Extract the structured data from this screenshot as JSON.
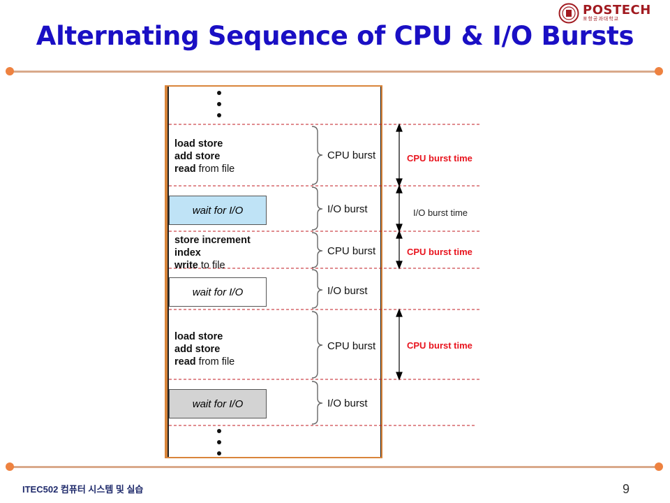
{
  "slide": {
    "title": "Alternating Sequence of CPU & I/O Bursts",
    "footer": "ITEC502 컴퓨터 시스템 및 실습",
    "page_number": "9",
    "logo": {
      "name": "POSTECH",
      "subtitle": "포항공과대학교"
    }
  },
  "diagram": {
    "segments": [
      {
        "kind": "cpu",
        "lines": [
          {
            "bold": "load store",
            "rest": ""
          },
          {
            "bold": "add store",
            "rest": ""
          },
          {
            "bold": "read",
            "rest": " from file"
          }
        ],
        "burst_label": "CPU burst"
      },
      {
        "kind": "io",
        "wait_text": "wait for I/O",
        "box_color": "#bfe3f6",
        "burst_label": "I/O burst"
      },
      {
        "kind": "cpu",
        "lines": [
          {
            "bold": "store increment",
            "rest": ""
          },
          {
            "bold": "index",
            "rest": ""
          },
          {
            "bold": "write",
            "rest": " to file"
          }
        ],
        "burst_label": "CPU burst"
      },
      {
        "kind": "io",
        "wait_text": "wait for I/O",
        "box_color": "#ffffff",
        "burst_label": "I/O burst"
      },
      {
        "kind": "cpu",
        "lines": [
          {
            "bold": "load store",
            "rest": ""
          },
          {
            "bold": "add store",
            "rest": ""
          },
          {
            "bold": "read",
            "rest": " from file"
          }
        ],
        "burst_label": "CPU burst"
      },
      {
        "kind": "io",
        "wait_text": "wait for I/O",
        "box_color": "#d3d3d3",
        "burst_label": "I/O burst"
      }
    ],
    "time_labels": [
      {
        "text": "CPU burst time",
        "style": "red"
      },
      {
        "text": "I/O burst time",
        "style": "plain"
      },
      {
        "text": "CPU burst time",
        "style": "red"
      },
      {
        "text": "CPU burst time",
        "style": "red"
      }
    ],
    "colors": {
      "title": "#1a0fc4",
      "accent_orange": "#ee8240",
      "rule": "#d9a98a",
      "divider_red": "#c0181f",
      "frame": "#d9853b",
      "cpu_time_label": "#e8141e"
    }
  }
}
